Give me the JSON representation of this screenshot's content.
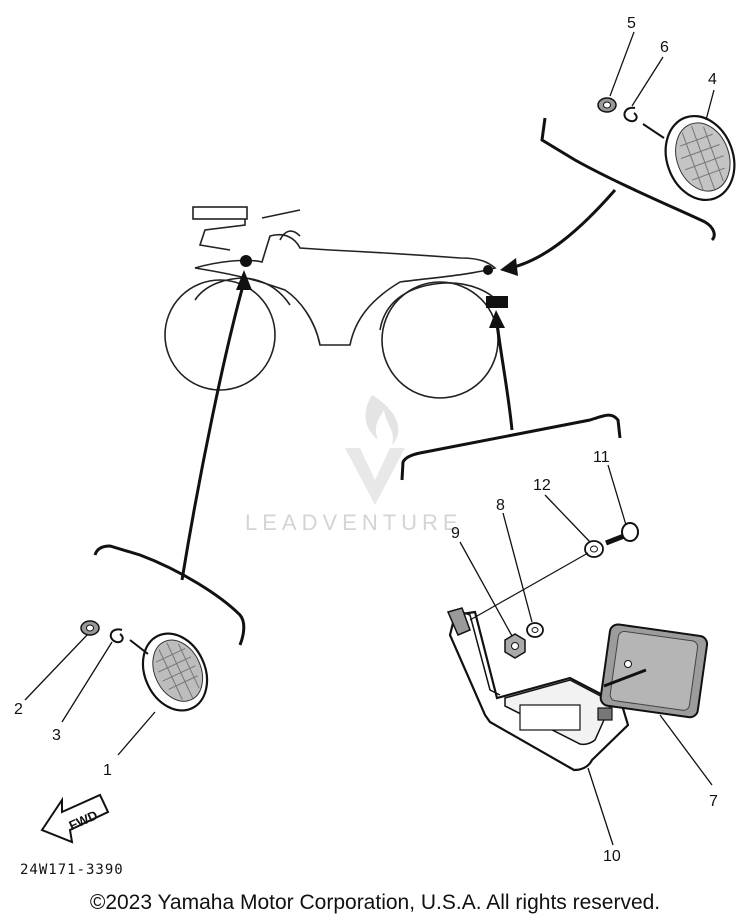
{
  "diagram": {
    "figure_code": "24W171-3390",
    "watermark_text": "LEADVENTURE",
    "fwd_label": "FWD",
    "copyright": "©2023 Yamaha Motor Corporation, U.S.A. All rights reserved.",
    "callouts": [
      {
        "id": "1",
        "label": "1"
      },
      {
        "id": "2",
        "label": "2"
      },
      {
        "id": "3",
        "label": "3"
      },
      {
        "id": "4",
        "label": "4"
      },
      {
        "id": "5",
        "label": "5"
      },
      {
        "id": "6",
        "label": "6"
      },
      {
        "id": "7",
        "label": "7"
      },
      {
        "id": "8",
        "label": "8"
      },
      {
        "id": "9",
        "label": "9"
      },
      {
        "id": "10",
        "label": "10"
      },
      {
        "id": "11",
        "label": "11"
      },
      {
        "id": "12",
        "label": "12"
      }
    ]
  }
}
